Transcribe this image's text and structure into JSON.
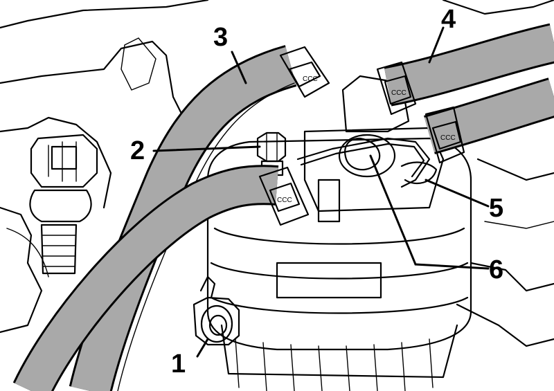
{
  "figure": {
    "colors": {
      "hose": "#a9a9a9",
      "line": "#000000",
      "background": "#ffffff",
      "part_light": "#f4f4f4",
      "part_shade": "#dcdcdc"
    },
    "callouts": [
      {
        "id": "1",
        "label": "1"
      },
      {
        "id": "2",
        "label": "2"
      },
      {
        "id": "3",
        "label": "3"
      },
      {
        "id": "4",
        "label": "4"
      },
      {
        "id": "5",
        "label": "5"
      },
      {
        "id": "6",
        "label": "6"
      }
    ]
  }
}
